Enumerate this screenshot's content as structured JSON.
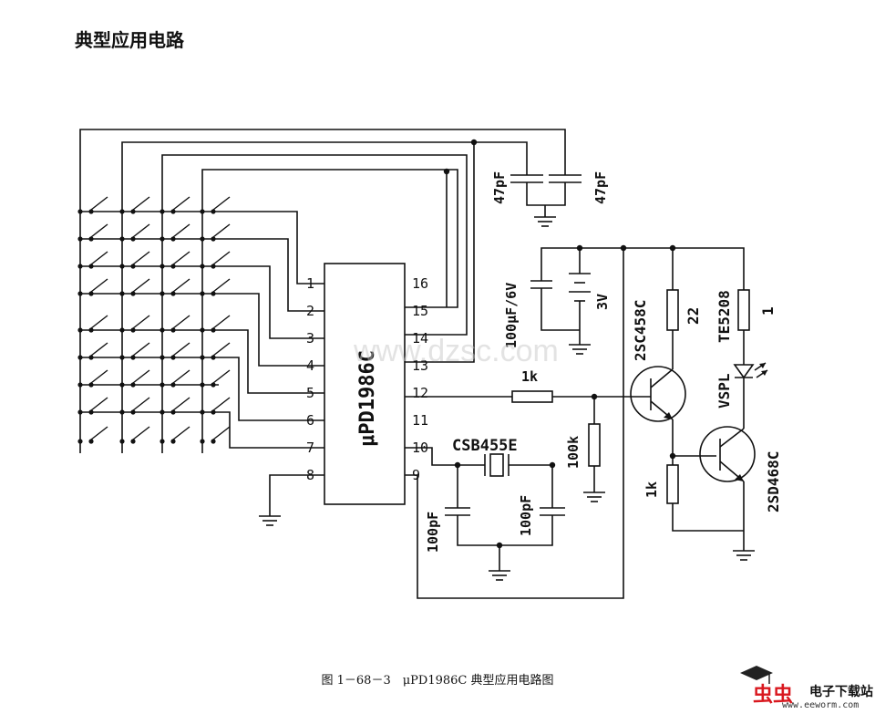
{
  "page": {
    "heading": "典型应用电路",
    "caption": "图 1－68－3　μPD1986C 典型应用电路图"
  },
  "ic": {
    "name": "μPD1986C",
    "left_pins": [
      "1",
      "2",
      "3",
      "4",
      "5",
      "6",
      "7",
      "8"
    ],
    "right_pins": [
      "16",
      "15",
      "14",
      "13",
      "12",
      "11",
      "10",
      "9"
    ]
  },
  "components": {
    "cap_47pf_a": "47pF",
    "cap_47pf_b": "47pF",
    "cap_100uf": "100μF/6V",
    "battery": "3V",
    "res_1k_base": "1k",
    "res_100k": "100k",
    "resonator": "CSB455E",
    "cap_100pf_a": "100pF",
    "cap_100pf_b": "100pF",
    "q1": "2SC458C",
    "res_22": "22",
    "led_model": "TE5208",
    "led_label": "VSPL",
    "res_1": "1",
    "res_1k_emitter": "1k",
    "q2": "2SD468C"
  },
  "watermark": "www.dzsc.com",
  "logo": {
    "name": "虫虫",
    "side_text": "电子下载站",
    "url": "www.eeworm.com"
  },
  "colors": {
    "ink": "#111111",
    "logo_red": "#d9181f"
  }
}
